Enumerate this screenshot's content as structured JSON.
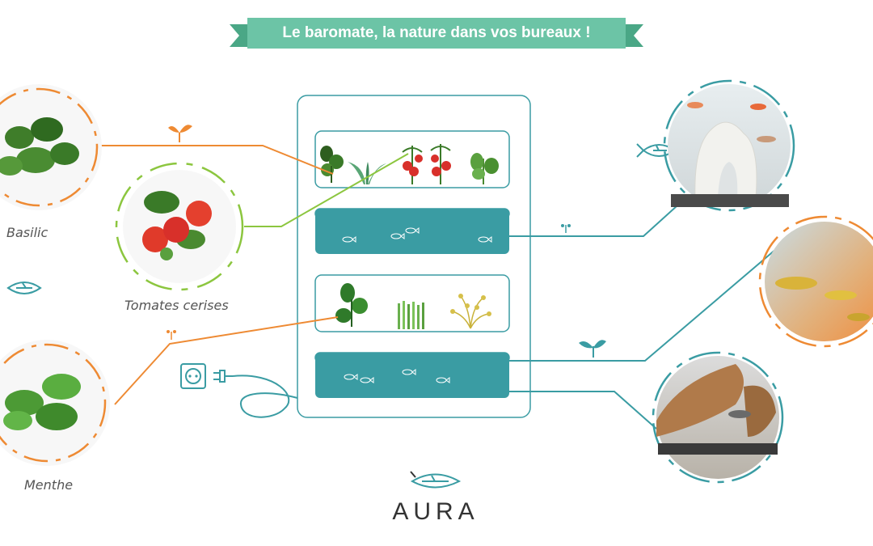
{
  "banner": {
    "title": "Le baromate, la nature dans vos bureaux !"
  },
  "plants": {
    "basilic": "Basilic",
    "tomates": "Tomates cerises",
    "menthe": "Menthe"
  },
  "brand": {
    "name": "AURA"
  },
  "colors": {
    "teal": "#3a9ca3",
    "banner": "#6cc4a6",
    "banner_dark": "#4aa786",
    "orange": "#ee8a33",
    "green": "#8cc63f"
  },
  "icons": [
    "fish-icon",
    "leaf-fish-logo-icon",
    "sprout-icon",
    "power-outlet-icon",
    "power-plug-icon"
  ]
}
